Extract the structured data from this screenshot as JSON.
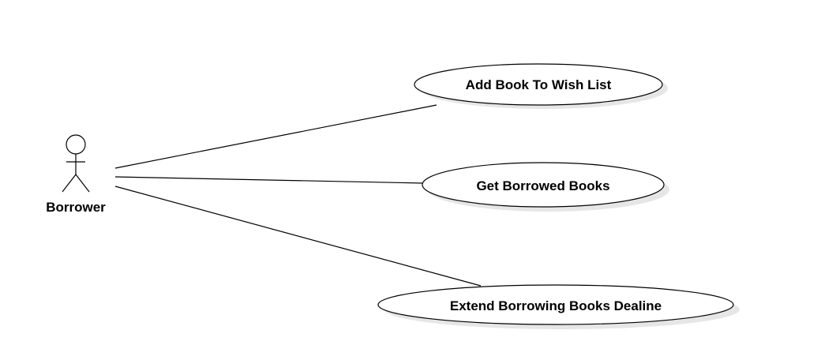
{
  "diagram": {
    "type": "uml-use-case",
    "actor": {
      "name": "Borrower"
    },
    "use_cases": [
      {
        "label": "Add Book To Wish List"
      },
      {
        "label": "Get Borrowed Books"
      },
      {
        "label": "Extend Borrowing Books Dealine"
      }
    ],
    "associations": [
      {
        "from": "Borrower",
        "to": "Add Book To Wish List"
      },
      {
        "from": "Borrower",
        "to": "Get Borrowed Books"
      },
      {
        "from": "Borrower",
        "to": "Extend Borrowing Books Dealine"
      }
    ]
  }
}
